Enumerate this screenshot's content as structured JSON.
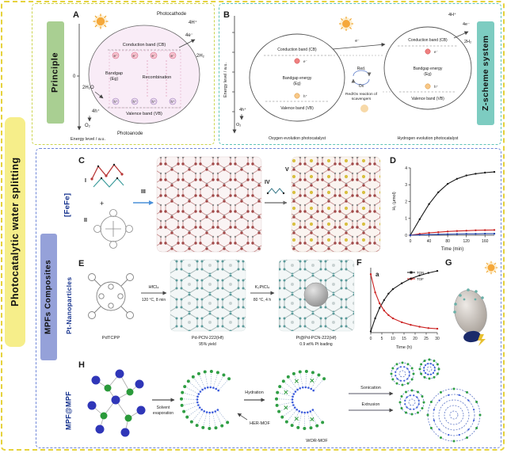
{
  "main_title": "Photocatalytic water splitting",
  "principle": {
    "bar_label": "Principle",
    "panel_letter": "A",
    "photocathode": "Photocathode",
    "photoanode": "Photoanode",
    "cb_label": "Conduction band (CB)",
    "vb_label": "Valence band (VB)",
    "bandgap_line1": "Bandgap",
    "bandgap_line2": "(Eg)",
    "recombination": "Recombination",
    "electron": "e⁻",
    "hole": "h⁺",
    "four_electrons": "4e⁻",
    "four_protons": "4H⁺",
    "two_h2": "2H₂",
    "two_h2o": "2H₂O",
    "four_holes": "4h⁺",
    "o2": "O₂",
    "zero": "0",
    "energy_axis": "Energy level / a.u."
  },
  "zscheme": {
    "bar_label": "Z-scheme system",
    "panel_letter": "B",
    "energy_axis": "Energy level / a.u.",
    "cb_label_left": "Conduction band (CB)",
    "cb_label_right": "Conduction band (CB)",
    "vb_label_left": "Valence band (VB)",
    "vb_label_right": "Valence band (VB)",
    "bandgap_line1": "Bandgap energy",
    "bandgap_line2": "(Eg)",
    "electron": "e⁻",
    "hole": "h⁺",
    "red_label": "Red.",
    "ox_label": "Ox",
    "redox_line1": "Red/Ox reaction of",
    "redox_line2": "scavengers",
    "four_holes": "4h⁺",
    "o2": "O₂",
    "four_protons": "4H⁺",
    "four_electrons": "4e⁻",
    "two_h2": "2H₂",
    "left_catalyst": "Oxygen evolution photocatalyst",
    "right_catalyst": "Hydrogen evolution photocatalyst"
  },
  "composites": {
    "bar_label": "MPFs Composites"
  },
  "fefe": {
    "bar_label": "[FeFe]",
    "panel_letter": "C",
    "num1": "I",
    "num2": "II",
    "num3": "III",
    "num4": "IV",
    "num5": "V",
    "plus": "+"
  },
  "panel_d": {
    "letter": "D"
  },
  "pt": {
    "bar_label": "Pt-Nanoparticles",
    "panel_letter": "E",
    "ligand": "PdTCPP",
    "step1_reagent": "HfCl₄",
    "step1_cond": "120 °C, 8 min",
    "mof1_name": "Pd-PCN-222(Hf)",
    "mof1_yield": "95% yield",
    "step2_reagent": "K₂PtCl₄",
    "step2_cond": "80 °C, 4 h",
    "mof2_name": "Pt@Pd-PCN-222(Hf)",
    "mof2_loading": "0.9 wt% Pt loading"
  },
  "panel_f": {
    "letter": "F",
    "annotation": "a"
  },
  "panel_g": {
    "letter": "G"
  },
  "mpf": {
    "bar_label": "MPF@MPF",
    "panel_letter": "H",
    "step1_line1": "Solvent",
    "step1_line2": "evaporation",
    "step2": "Hydration",
    "her_mof": "HER-MOF",
    "wor_mof": "WOR-MOF",
    "sonication": "Sonication",
    "extrusion": "Extrusion"
  },
  "chart_data": [
    {
      "id": "chartD",
      "type": "line",
      "title": "",
      "xlabel": "Time (min)",
      "ylabel": "H₂ (μmol)",
      "xlim": [
        0,
        180
      ],
      "ylim": [
        0,
        4
      ],
      "xticks": [
        0,
        40,
        80,
        120,
        160
      ],
      "yticks": [
        0,
        1,
        2,
        3,
        4
      ],
      "grid": false,
      "series": [
        {
          "name": "black-curve",
          "color": "#1a1a1a",
          "x": [
            0,
            20,
            40,
            60,
            80,
            100,
            120,
            140,
            160,
            180
          ],
          "values": [
            0,
            0.95,
            1.85,
            2.55,
            3.05,
            3.35,
            3.55,
            3.65,
            3.72,
            3.76
          ]
        },
        {
          "name": "red-curve",
          "color": "#cc2222",
          "x": [
            0,
            20,
            40,
            60,
            80,
            100,
            120,
            140,
            160,
            180
          ],
          "values": [
            0,
            0.08,
            0.14,
            0.18,
            0.22,
            0.25,
            0.27,
            0.29,
            0.3,
            0.31
          ]
        },
        {
          "name": "blue-curve",
          "color": "#2244aa",
          "x": [
            0,
            20,
            40,
            60,
            80,
            100,
            120,
            140,
            160,
            180
          ],
          "values": [
            0,
            0.02,
            0.04,
            0.05,
            0.06,
            0.07,
            0.08,
            0.08,
            0.09,
            0.09
          ]
        }
      ]
    },
    {
      "id": "chartF",
      "type": "line",
      "title": "",
      "xlabel": "Time (h)",
      "ylabel": "",
      "xlim": [
        0,
        30
      ],
      "ylim": [
        0,
        100
      ],
      "xticks": [
        0,
        5,
        10,
        15,
        20,
        25,
        30
      ],
      "yticks": [],
      "grid": false,
      "legend_position": "upper right",
      "series": [
        {
          "name": "TON",
          "color": "#1a1a1a",
          "x": [
            0,
            2,
            4,
            6,
            8,
            10,
            14,
            18,
            22,
            26,
            30
          ],
          "values": [
            2,
            22,
            38,
            50,
            60,
            67,
            76,
            83,
            88,
            92,
            95
          ]
        },
        {
          "name": "TOF",
          "color": "#cc2222",
          "x": [
            0,
            2,
            4,
            6,
            8,
            10,
            14,
            18,
            22,
            26,
            30
          ],
          "values": [
            90,
            62,
            45,
            34,
            27,
            22,
            16,
            12,
            9,
            7,
            6
          ]
        }
      ]
    }
  ]
}
